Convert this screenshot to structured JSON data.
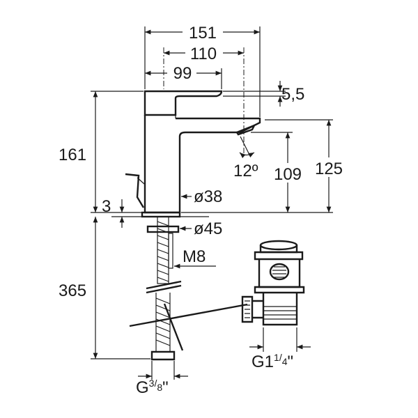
{
  "dimensions": {
    "width_total": "151",
    "width_spout": "110",
    "width_handle": "99",
    "handle_thickness": "5,5",
    "spout_angle": "12º",
    "height_total": "161",
    "spout_height": "109",
    "outlet_height": "125",
    "base_gap": "3",
    "body_diameter": "ø38",
    "base_diameter": "ø45",
    "rod_thread": "M8",
    "depth_under": "365",
    "waste_thread": {
      "main": "G1",
      "num": "1",
      "den": "4",
      "quote": "\""
    },
    "hose_thread": {
      "main": "G",
      "num": "3",
      "den": "8",
      "quote": "\""
    }
  },
  "colors": {
    "line": "#1a1a1a",
    "background": "#ffffff"
  }
}
